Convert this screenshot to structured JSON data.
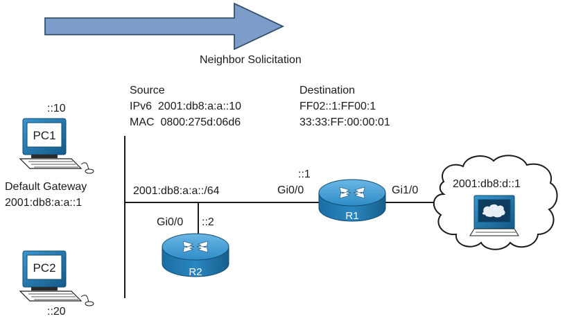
{
  "message": {
    "label": "Neighbor Solicitation"
  },
  "source": {
    "heading": "Source",
    "ipv6": "IPv6  2001:db8:a:a::10",
    "mac": "MAC  0800:275d:06d6"
  },
  "destination": {
    "heading": "Destination",
    "ipv6": "FF02::1:FF00:1",
    "mac": "33:33:FF:00:00:01"
  },
  "pc1": {
    "name": "PC1",
    "host_id": "::10"
  },
  "pc2": {
    "name": "PC2",
    "host_id": "::20"
  },
  "default_gateway": {
    "label": "Default Gateway",
    "address": "2001:db8:a:a::1"
  },
  "segment": {
    "prefix": "2001:db8:a:a::/64"
  },
  "r1": {
    "name": "R1",
    "host_id": "::1",
    "left_interface": "Gi0/0",
    "right_interface": "Gi1/0"
  },
  "r2": {
    "name": "R2",
    "interface": "Gi0/0",
    "host_id": "::2"
  },
  "remote": {
    "address": "2001:db8:d::1"
  },
  "colors": {
    "arrow_fill": "#7c9dc9",
    "arrow_stroke": "#33506f",
    "router_body": "#1f7ab0",
    "router_top": "#4fa3d8",
    "pc_body": "#1f7ab0",
    "line": "#1a1a1a"
  }
}
